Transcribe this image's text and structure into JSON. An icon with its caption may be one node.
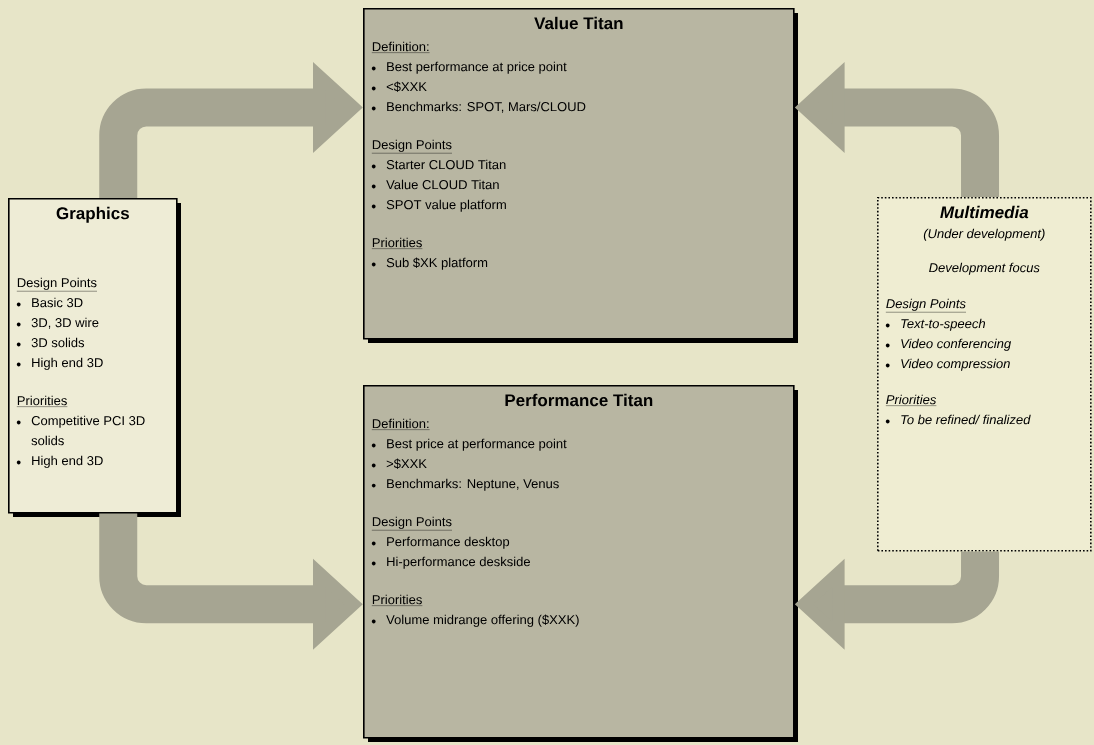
{
  "diagram": {
    "nodes": [
      {
        "text": [
          "Graphics",
          "Design Points",
          "Basic 3D",
          "3D, 3D wire",
          "3D solids",
          "High end 3D",
          "Priorities",
          "Competitive PCI 3D solids",
          "High end 3D"
        ]
      },
      {
        "text": [
          "Value Titan",
          "Definition:",
          "Best performance at price point",
          "<$XXK",
          "Benchmarks: SPOT, Mars/CLOUD",
          "Design Points",
          "Starter CLOUD Titan",
          "Value CLOUD Titan",
          "SPOT value platform",
          "Priorities",
          "Sub $XK platform"
        ]
      },
      {
        "text": [
          "Performance Titan",
          "Definition:",
          "Best price at performance point",
          ">$XXK",
          "Benchmarks: Neptune, Venus",
          "Design Points",
          "Performance desktop",
          "Hi-performance deskside",
          "Priorities",
          "Volume midrange offering ($XXK)"
        ]
      },
      {
        "text": [
          "Multimedia",
          "(Under development)",
          "Development focus",
          "Design Points",
          "Text-to-speech",
          "Video conferencing",
          "Video compression",
          "Priorities",
          "To be refined/ finalized"
        ]
      }
    ],
    "edges": [
      {
        "from": 0,
        "to": 1,
        "arrow": "to"
      },
      {
        "from": 0,
        "to": 2,
        "arrow": "to"
      },
      {
        "from": 3,
        "to": 1,
        "arrow": "to"
      },
      {
        "from": 3,
        "to": 2,
        "arrow": "to"
      }
    ]
  }
}
